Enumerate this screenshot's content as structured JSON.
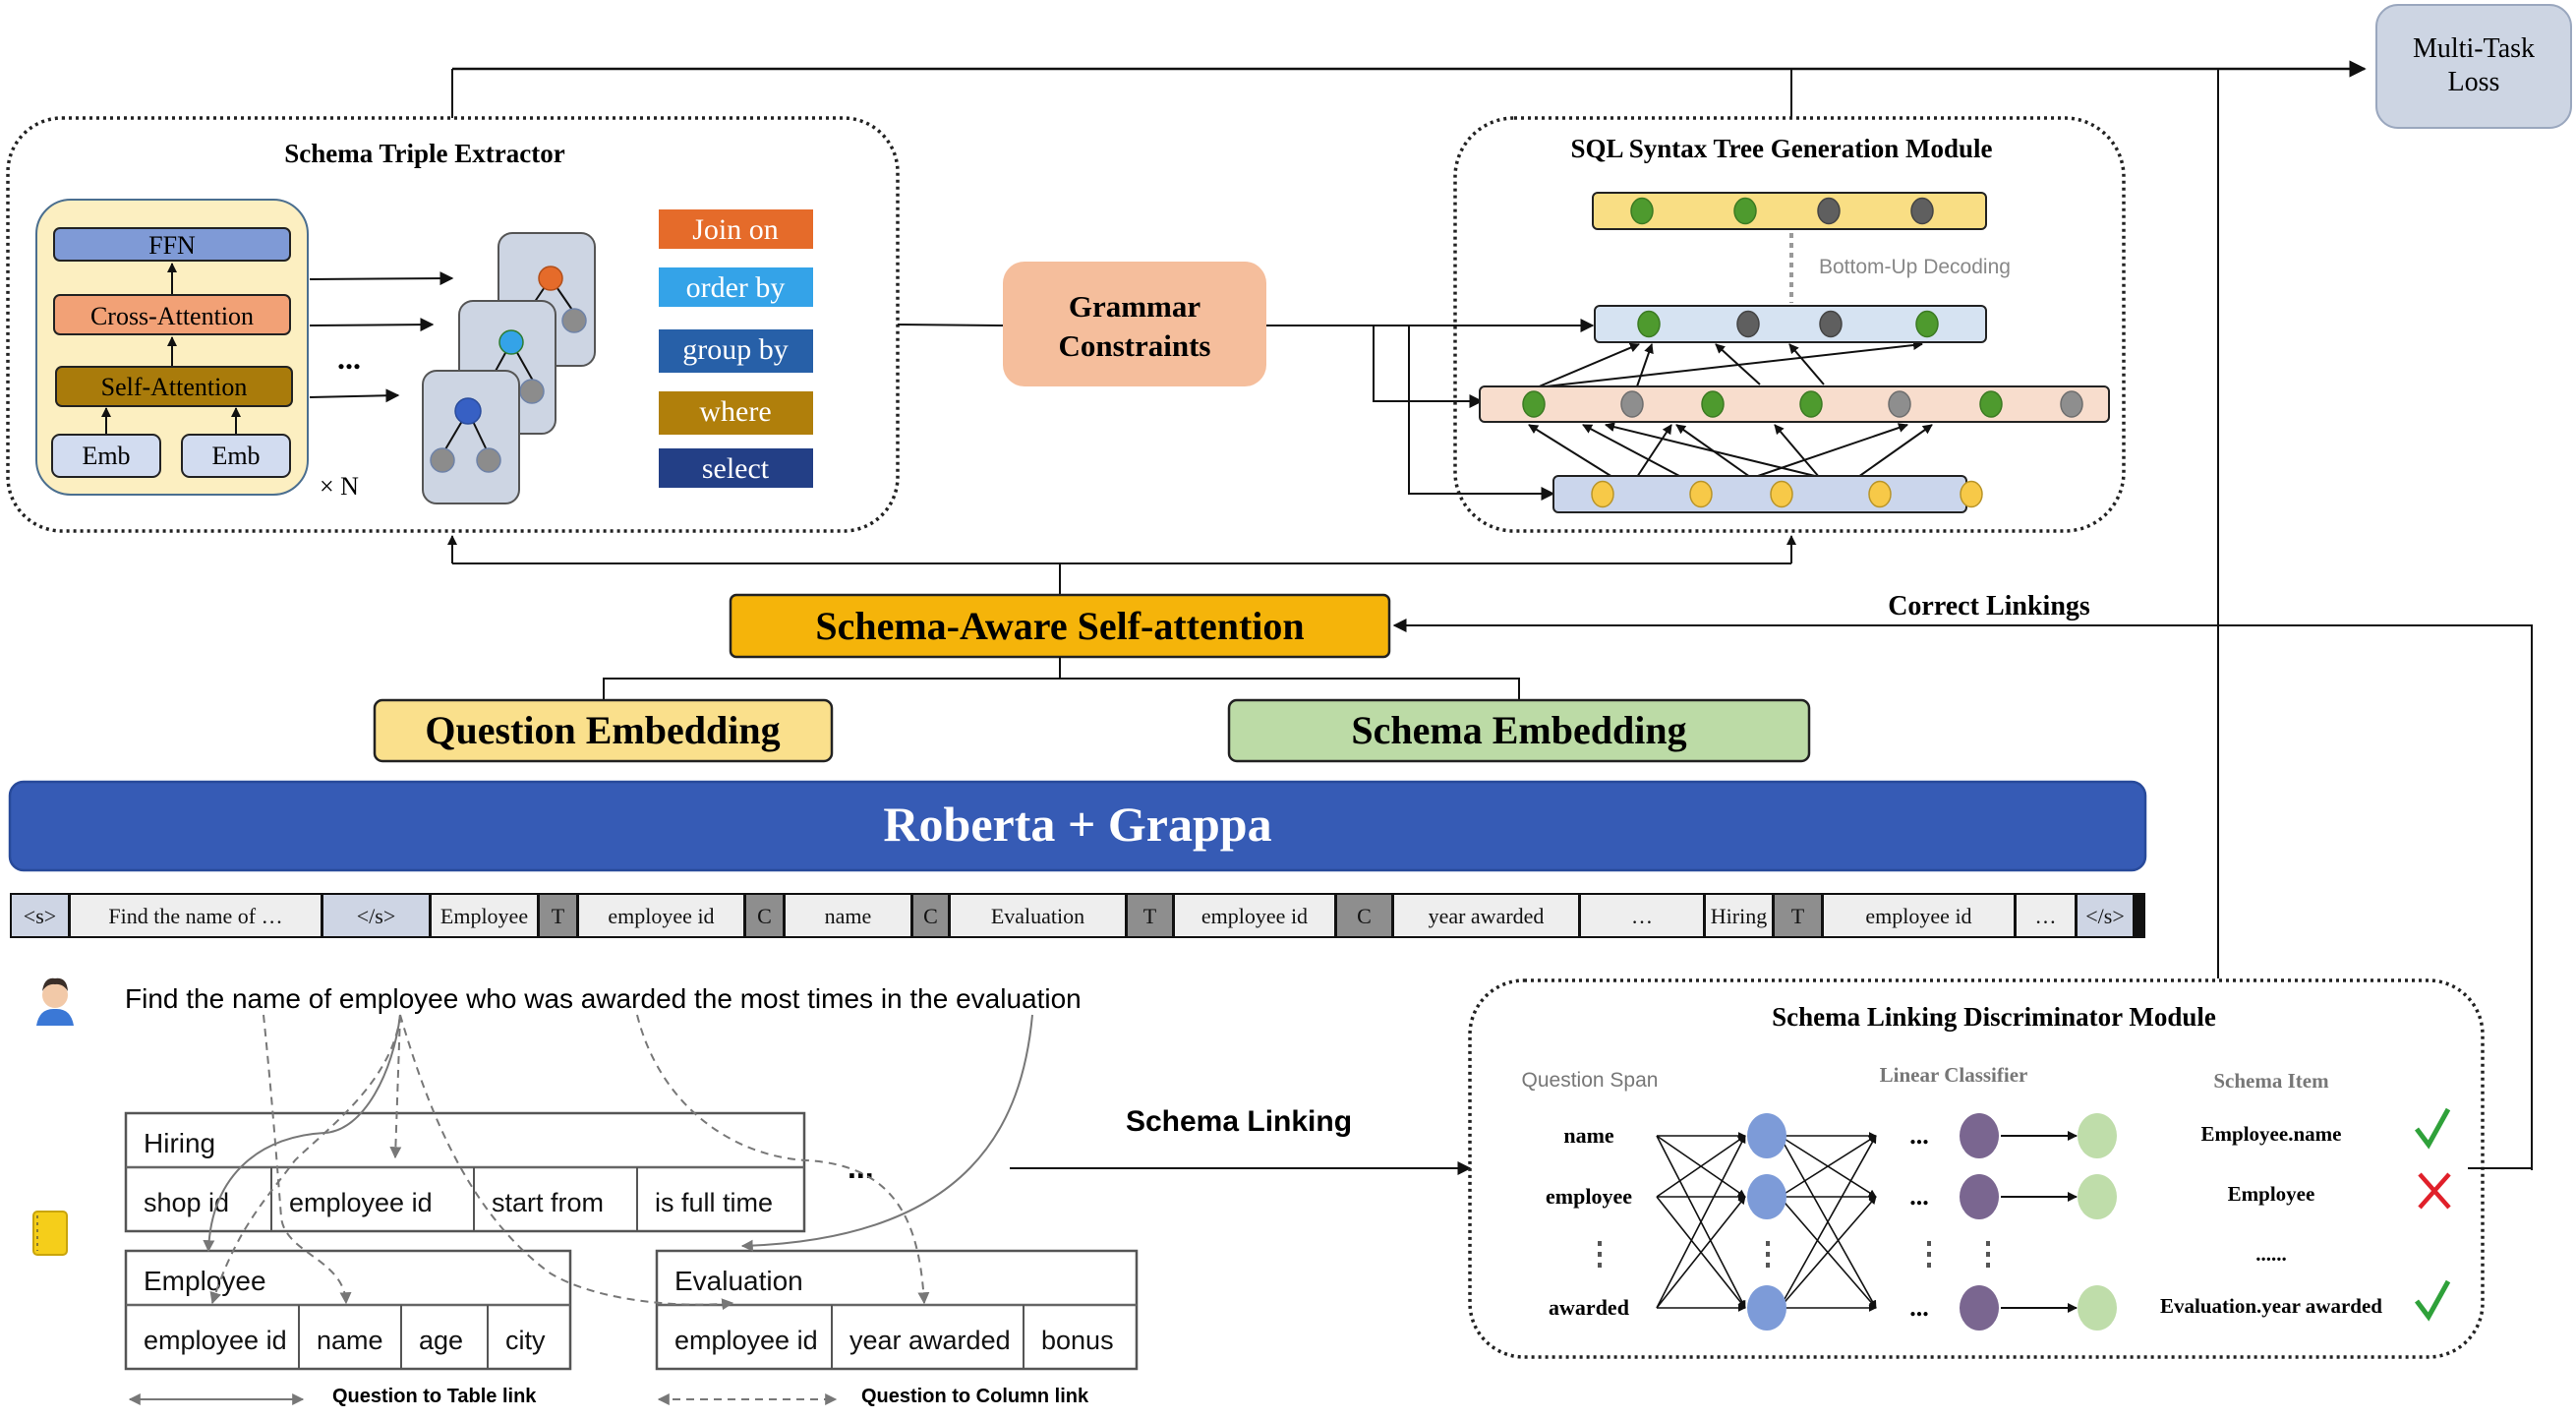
{
  "multi_task_loss": {
    "line1": "Multi-Task",
    "line2": "Loss"
  },
  "schema_triple_extractor": {
    "title": "Schema Triple Extractor",
    "layers": {
      "ffn": "FFN",
      "cross_attention": "Cross-Attention",
      "self_attention": "Self-Attention",
      "emb_left": "Emb",
      "emb_right": "Emb"
    },
    "repeat_label": "× N",
    "ellipsis": "...",
    "sql_keywords": [
      {
        "label": "Join on",
        "color": "#E56B2A"
      },
      {
        "label": "order by",
        "color": "#34A3E8"
      },
      {
        "label": "group by",
        "color": "#2760A8"
      },
      {
        "label": "where",
        "color": "#B07F0B"
      },
      {
        "label": "select",
        "color": "#233F86"
      }
    ],
    "tree_root_colors": [
      "#E56B2A",
      "#34A3E8",
      "#3760C4"
    ]
  },
  "grammar_constraints": {
    "line1": "Grammar",
    "line2": "Constraints"
  },
  "sql_tree_module": {
    "title": "SQL Syntax Tree Generation Module",
    "decoding_label": "Bottom-Up Decoding",
    "levels": [
      {
        "nodes": [
          "green",
          "green",
          "dark",
          "dark"
        ]
      },
      {
        "nodes": [
          "green",
          "dark",
          "dark",
          "green"
        ]
      },
      {
        "nodes": [
          "green",
          "gray",
          "green",
          "green",
          "gray",
          "green",
          "gray"
        ]
      },
      {
        "nodes": [
          "yellow",
          "yellow",
          "yellow",
          "yellow",
          "yellow"
        ]
      }
    ]
  },
  "schema_aware_self_attention": "Schema-Aware Self-attention",
  "correct_linkings": "Correct Linkings",
  "question_embedding": "Question Embedding",
  "schema_embedding": "Schema Embedding",
  "encoder": "Roberta + Grappa",
  "tokens": [
    {
      "text": "<s>",
      "kind": "special"
    },
    {
      "text": "Find the name of …",
      "kind": "word"
    },
    {
      "text": "</s>",
      "kind": "special"
    },
    {
      "text": "Employee",
      "kind": "word"
    },
    {
      "text": "T",
      "kind": "type"
    },
    {
      "text": "employee id",
      "kind": "word"
    },
    {
      "text": "C",
      "kind": "type"
    },
    {
      "text": "name",
      "kind": "word"
    },
    {
      "text": "C",
      "kind": "type"
    },
    {
      "text": "Evaluation",
      "kind": "word"
    },
    {
      "text": "T",
      "kind": "type"
    },
    {
      "text": "employee id",
      "kind": "word"
    },
    {
      "text": "C",
      "kind": "type"
    },
    {
      "text": "year awarded",
      "kind": "word"
    },
    {
      "text": "…",
      "kind": "word"
    },
    {
      "text": "Hiring",
      "kind": "word"
    },
    {
      "text": "T",
      "kind": "type"
    },
    {
      "text": "employee id",
      "kind": "word"
    },
    {
      "text": "…",
      "kind": "word"
    },
    {
      "text": "</s>",
      "kind": "special"
    }
  ],
  "question": {
    "icon": "person-icon",
    "text": "Find the name of employee who was awarded the most times in the evaluation"
  },
  "schema": {
    "icon": "notebook-icon",
    "tables": [
      {
        "name": "Hiring",
        "columns": [
          "shop id",
          "employee id",
          "start from",
          "is full time"
        ]
      },
      {
        "name": "Employee",
        "columns": [
          "employee id",
          "name",
          "age",
          "city"
        ]
      },
      {
        "name": "Evaluation",
        "columns": [
          "employee id",
          "year awarded",
          "bonus"
        ]
      }
    ],
    "more": "..."
  },
  "legend": {
    "table_link": "Question to Table link",
    "column_link": "Question to Column link"
  },
  "schema_linking_label": "Schema Linking",
  "discriminator": {
    "title": "Schema Linking Discriminator Module",
    "col_question_span": "Question Span",
    "col_linear_classifier": "Linear Classifier",
    "col_schema_item": "Schema Item",
    "spans": [
      "name",
      "employee",
      "awarded"
    ],
    "items": [
      {
        "label": "Employee.name",
        "result": "correct"
      },
      {
        "label": "Employee",
        "result": "wrong"
      },
      {
        "label": "......",
        "result": ""
      },
      {
        "label": "Evaluation.year awarded",
        "result": "correct"
      }
    ],
    "ellipsis": "..."
  }
}
